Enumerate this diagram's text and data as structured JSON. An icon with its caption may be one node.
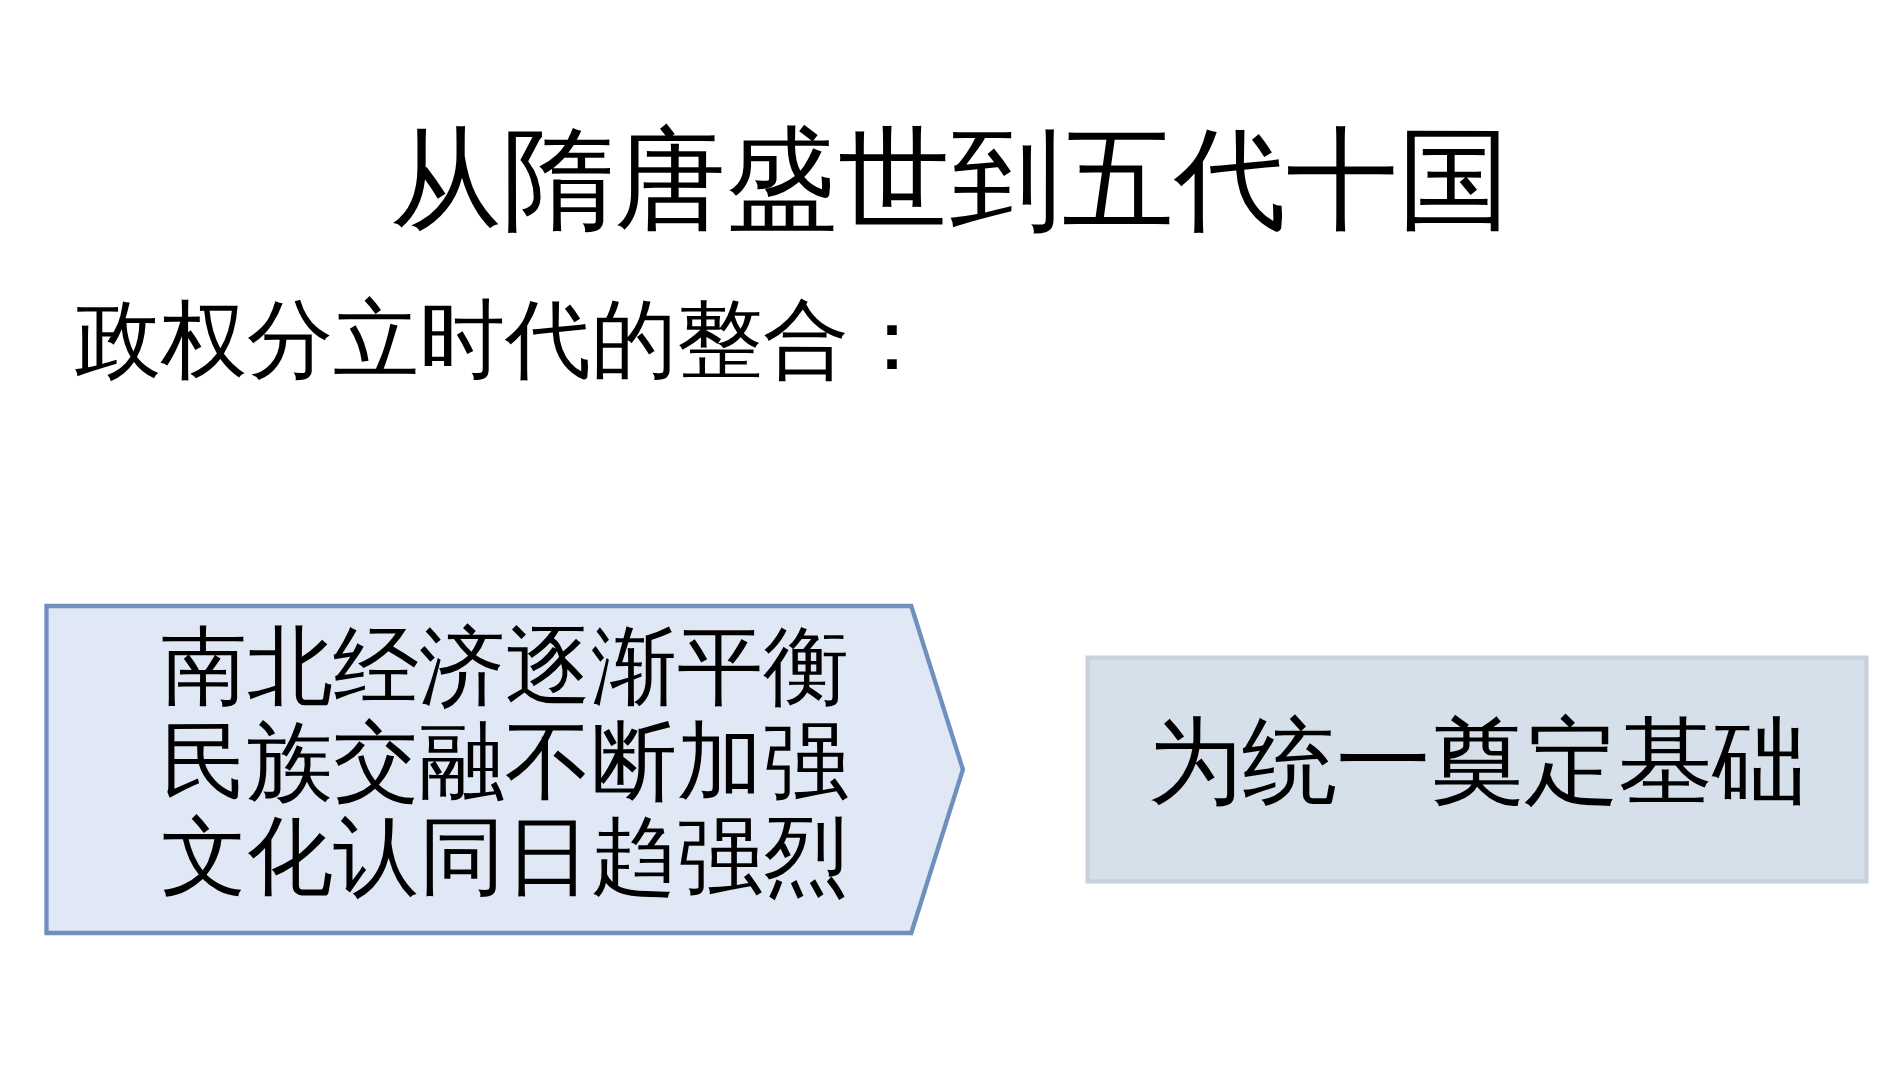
{
  "diagram": {
    "title": "从隋唐盛世到五代十国",
    "nodes": [
      {
        "text": [
          "南北经济逐渐平衡",
          "民族交融不断加强",
          "文化认同日趋强烈"
        ]
      },
      {
        "text": [
          "为统一奠定基础"
        ]
      }
    ],
    "labels": [
      "政权分立时代的整合："
    ]
  }
}
